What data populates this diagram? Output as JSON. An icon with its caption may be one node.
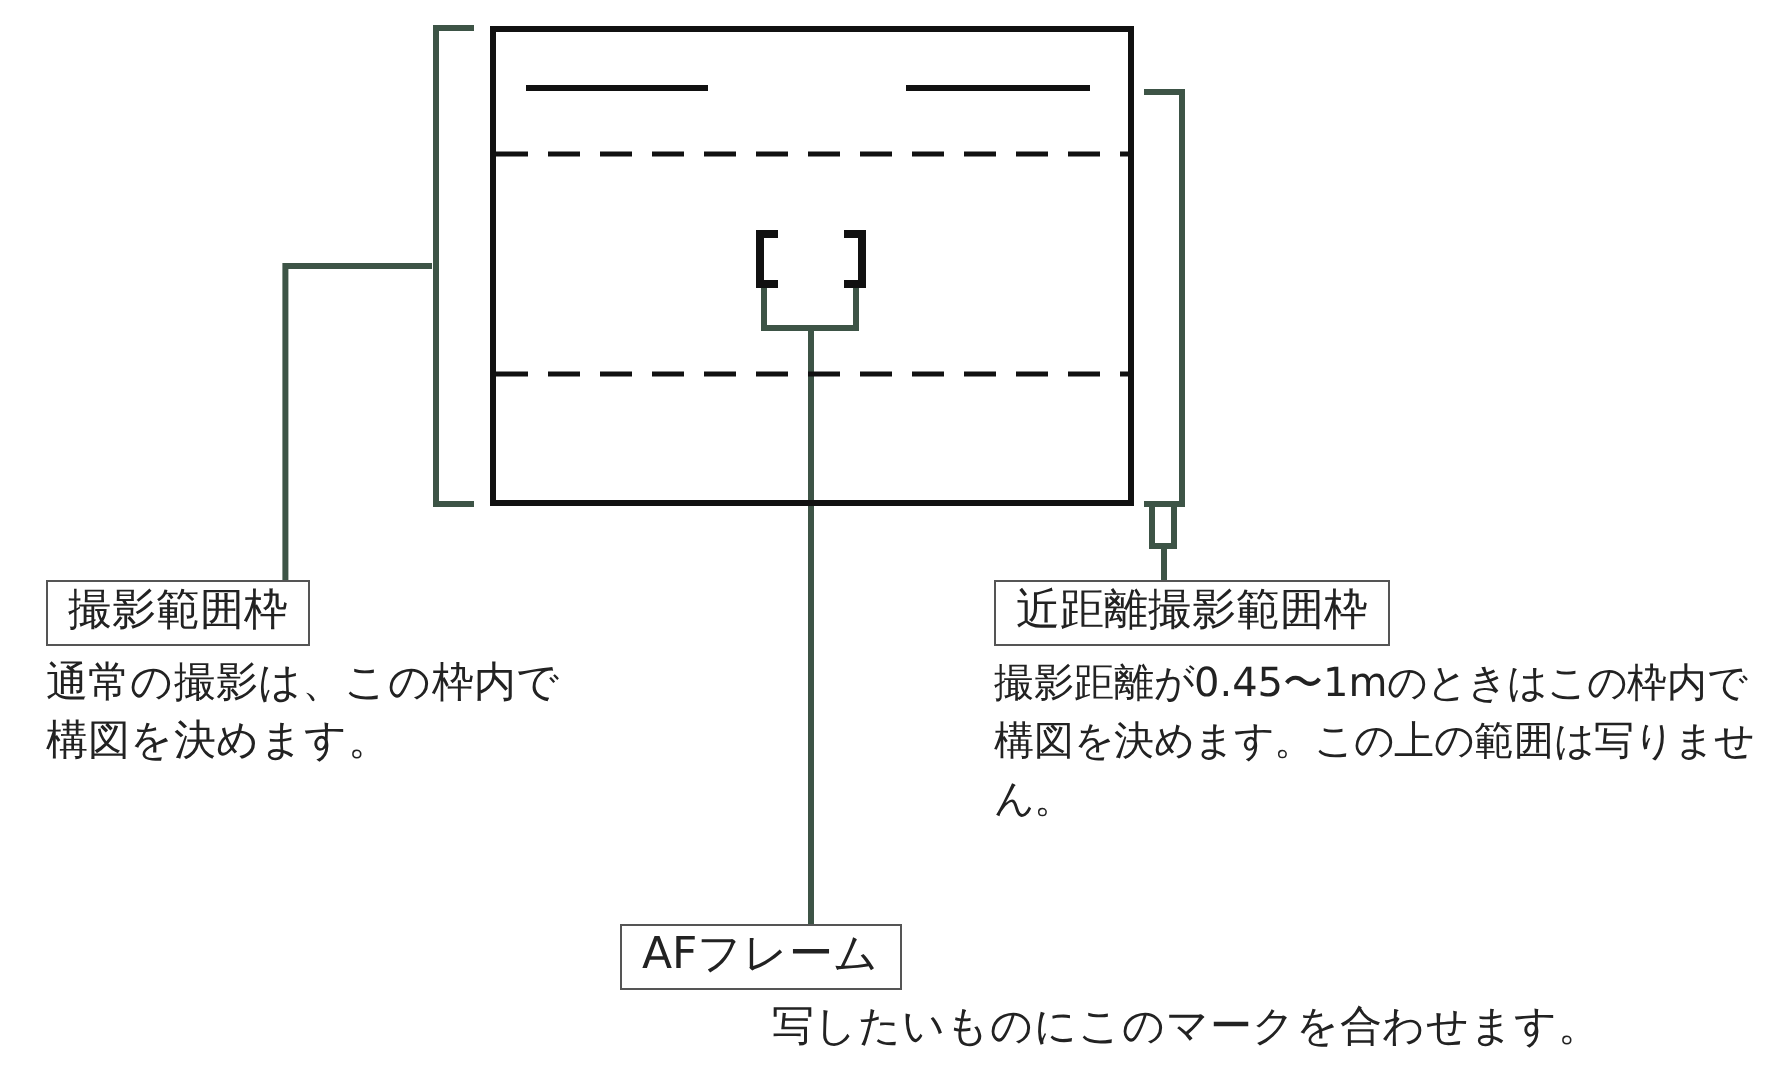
{
  "diagram": {
    "nodes": [
      {
        "text": [],
        "shape": "box"
      },
      {
        "text": [],
        "shape": "bracket"
      },
      {
        "text": [],
        "shape": "bracket"
      },
      {
        "text": [],
        "shape": "bracket",
        "in": 0
      },
      {
        "text": [
          "撮影範囲枠"
        ],
        "beside": [
          "通常の撮影は、この枠内で構図を決めます。"
        ]
      },
      {
        "text": [
          "近距離撮影範囲枠"
        ],
        "beside": [
          "撮影距離が0.45〜1mのときはこの枠内で構図を決めます。この上の範囲は写りません。"
        ]
      },
      {
        "text": [
          "AFフレーム"
        ],
        "beside": [
          "写したいものにこのマークを合わせます。"
        ]
      }
    ],
    "edges": [
      {
        "from": 4,
        "to": 1,
        "arrow": "none"
      },
      {
        "from": 5,
        "to": 2,
        "arrow": "none"
      },
      {
        "from": 6,
        "to": 3,
        "arrow": "none"
      }
    ]
  }
}
